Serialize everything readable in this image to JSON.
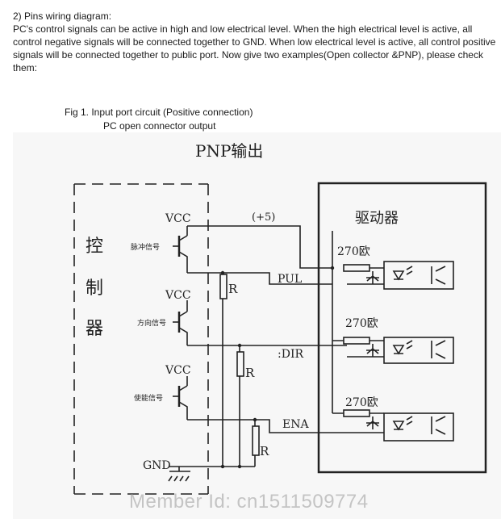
{
  "intro": {
    "heading": "2) Pins wiring diagram:",
    "body": "PC's control signals can be active in high and low electrical level. When the high electrical level is active, all control negative signals will be connected together to GND. When low electrical level is active, all control positive signals will be connected together to public port. Now give two examples(Open collector &PNP), please check them:"
  },
  "figure": {
    "caption": "Fig 1. Input port circuit (Positive connection)",
    "subcaption": "PC open connector output"
  },
  "diagram": {
    "title": "PNP输出",
    "controller_label": [
      "控",
      "制",
      "器"
    ],
    "driver_label": "驱动器",
    "supply_label": "(+5)",
    "vcc_label": "VCC",
    "gnd_label": "GND",
    "resistor_label": "R",
    "resistance_label": "270欧",
    "signals": [
      {
        "source": "脉冲信号",
        "pin": "PUL"
      },
      {
        "source": "方向信号",
        "pin": ":DIR"
      },
      {
        "source": "使能信号",
        "pin": "ENA"
      }
    ]
  },
  "watermark": "Member Id: cn1511509774"
}
